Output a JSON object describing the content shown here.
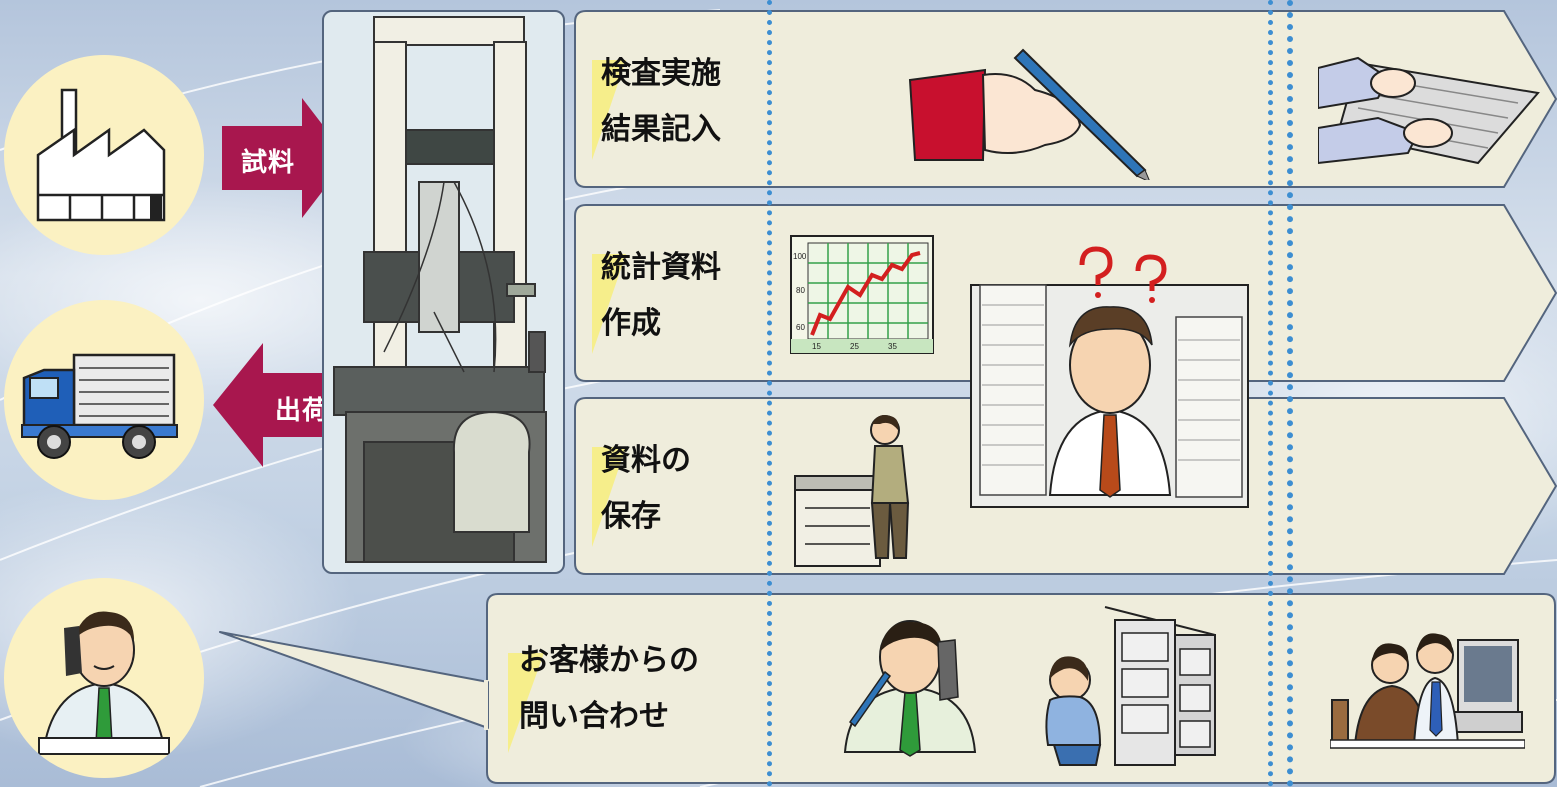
{
  "arrows": {
    "sample_label": "試料",
    "shipment_label": "出荷"
  },
  "bands": [
    {
      "line1": "検査実施",
      "line2": "結果記入"
    },
    {
      "line1": "統計資料",
      "line2": "作成"
    },
    {
      "line1": "資料の",
      "line2": "保存"
    },
    {
      "line1": "お客様からの",
      "line2": "問い合わせ"
    }
  ],
  "chart": {
    "y_ticks": [
      "100",
      "80",
      "60"
    ],
    "x_ticks": [
      "15",
      "25",
      "35"
    ]
  },
  "colors": {
    "arrow": "#a8174e",
    "band": "#efeddc",
    "dotline": "#3d8ed1",
    "circle": "#fbf1c2"
  }
}
